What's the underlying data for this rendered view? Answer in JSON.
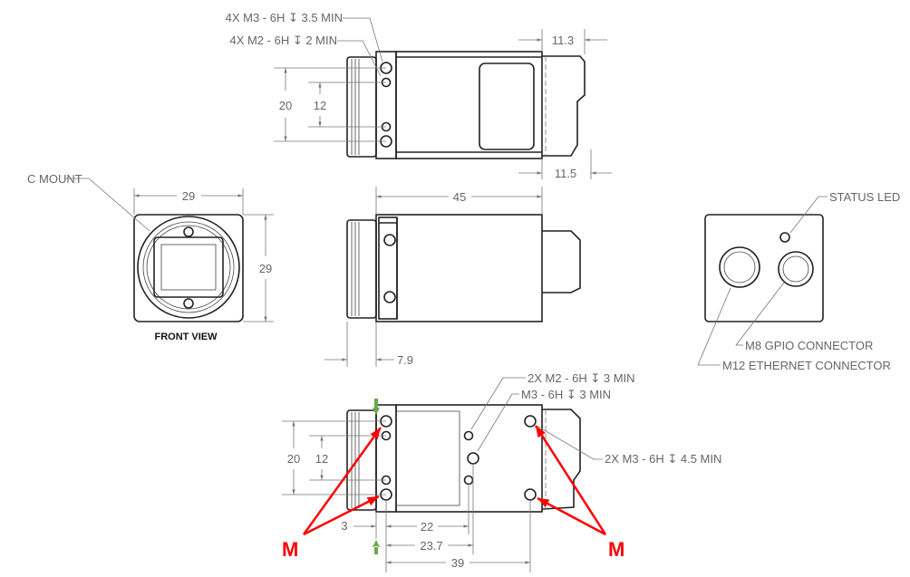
{
  "colors": {
    "annotation": "#ff0000",
    "marker": "#6aa84f",
    "line": "#222222",
    "dimension": "#666666"
  },
  "top_view": {
    "callout_m3": "4X M3 - 6H ↧ 3.5 MIN",
    "callout_m2": "4X M2 - 6H ↧ 2 MIN",
    "dim_connector_top": "11.3",
    "dim_connector_bottom": "11.5",
    "dim_20": "20",
    "dim_12": "12"
  },
  "front_view": {
    "callout_mount": "C MOUNT",
    "dim_width": "29",
    "dim_height": "29",
    "label": "FRONT VIEW"
  },
  "side_view": {
    "dim_length": "45",
    "dim_flange": "7.9"
  },
  "back_view": {
    "status_led": "STATUS LED",
    "m8": "M8 GPIO CONNECTOR",
    "m12": "M12 ETHERNET CONNECTOR"
  },
  "bottom_view": {
    "callout_m2": "2X M2 - 6H ↧ 3 MIN",
    "callout_m3": "M3 - 6H ↧ 3 MIN",
    "callout_m3_2x": "2X M3 - 6H ↧ 4.5 MIN",
    "dim_20": "20",
    "dim_12": "12",
    "dim_3": "3",
    "dim_22": "22",
    "dim_23_7": "23.7",
    "dim_39": "39",
    "marker_left": "M",
    "marker_right": "M"
  }
}
